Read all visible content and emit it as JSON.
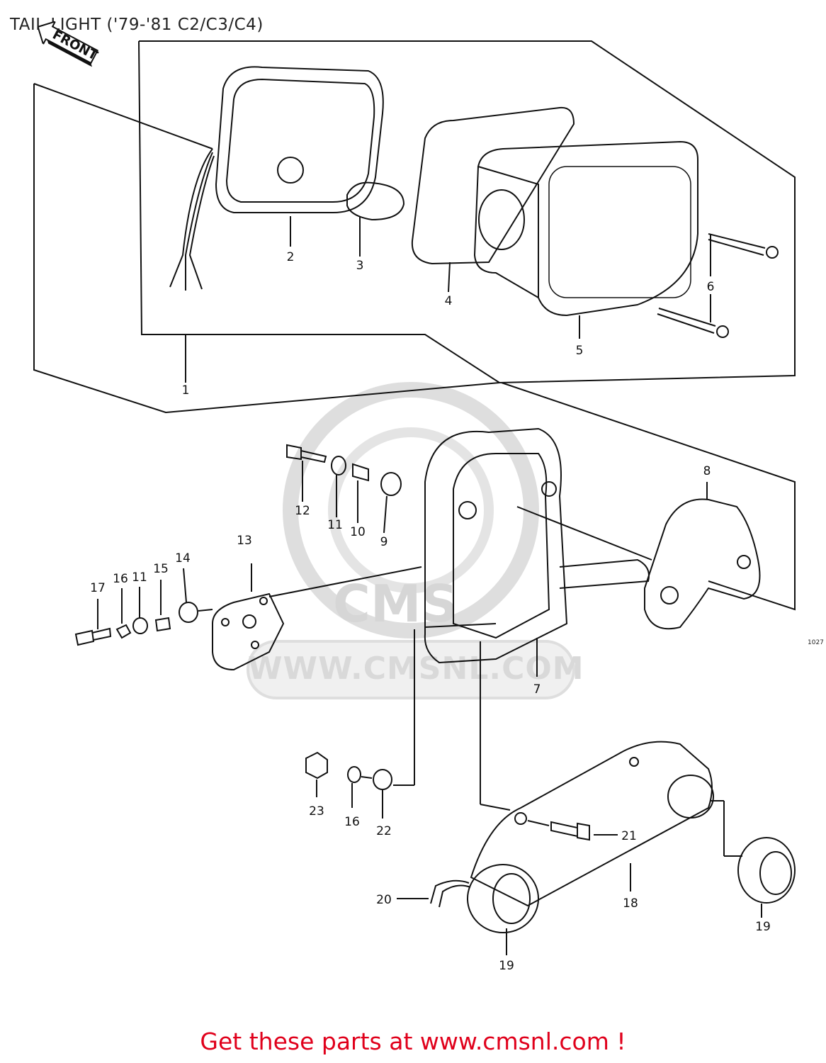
{
  "title": "TAIL LIGHT ('79-'81 C2/C3/C4)",
  "footer": "Get these parts at www.cmsnl.com !",
  "watermark_url": "WWW.CMSNL.COM",
  "watermark_brand": "CMS",
  "front_label": "FRONT",
  "diagram_code": "1027",
  "callouts": [
    {
      "id": "1",
      "label": "1"
    },
    {
      "id": "2",
      "label": "2"
    },
    {
      "id": "3",
      "label": "3"
    },
    {
      "id": "4",
      "label": "4"
    },
    {
      "id": "5",
      "label": "5"
    },
    {
      "id": "6",
      "label": "6"
    },
    {
      "id": "7",
      "label": "7"
    },
    {
      "id": "8",
      "label": "8"
    },
    {
      "id": "9",
      "label": "9"
    },
    {
      "id": "10",
      "label": "10"
    },
    {
      "id": "11a",
      "label": "11"
    },
    {
      "id": "12",
      "label": "12"
    },
    {
      "id": "13",
      "label": "13"
    },
    {
      "id": "14",
      "label": "14"
    },
    {
      "id": "15",
      "label": "15"
    },
    {
      "id": "16a",
      "label": "16"
    },
    {
      "id": "11b",
      "label": "11"
    },
    {
      "id": "17",
      "label": "17"
    },
    {
      "id": "18",
      "label": "18"
    },
    {
      "id": "19a",
      "label": "19"
    },
    {
      "id": "19b",
      "label": "19"
    },
    {
      "id": "20",
      "label": "20"
    },
    {
      "id": "21",
      "label": "21"
    },
    {
      "id": "22",
      "label": "22"
    },
    {
      "id": "16b",
      "label": "16"
    },
    {
      "id": "23",
      "label": "23"
    }
  ],
  "colors": {
    "footer": "#e0001b",
    "line": "#111111",
    "watermark": "#d9d9d9"
  }
}
